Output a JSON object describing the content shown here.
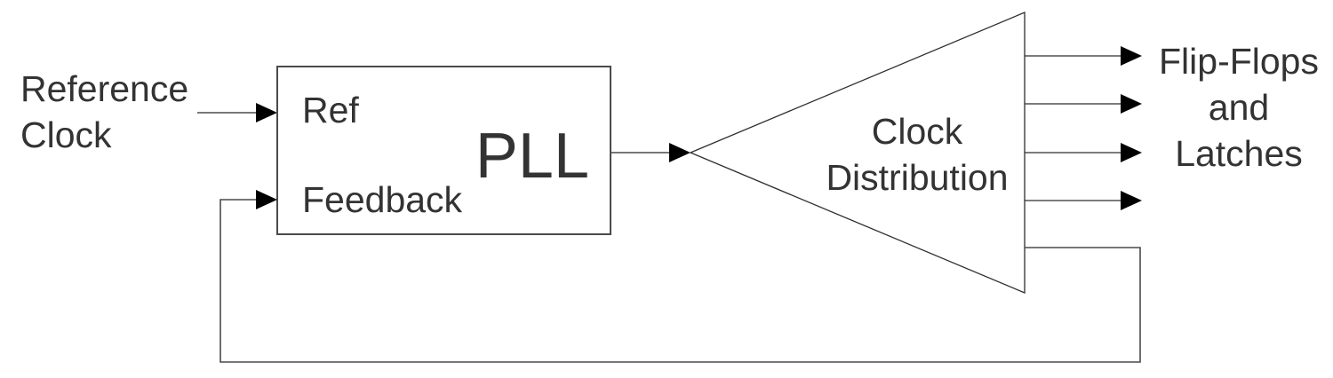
{
  "diagram": {
    "reference_clock": {
      "lines": [
        "Reference",
        "Clock"
      ]
    },
    "pll": {
      "label": "PLL",
      "inputs": {
        "ref": "Ref",
        "feedback": "Feedback"
      }
    },
    "clock_distribution": {
      "lines": [
        "Clock",
        "Distribution"
      ]
    },
    "load": {
      "lines": [
        "Flip-Flops",
        "and",
        "Latches"
      ]
    }
  },
  "colors": {
    "background": "#ffffff",
    "text": "#333333",
    "wire": "#4a4a4a",
    "triangle_outline": "#2e2e2e",
    "arrowhead": "#000000"
  }
}
